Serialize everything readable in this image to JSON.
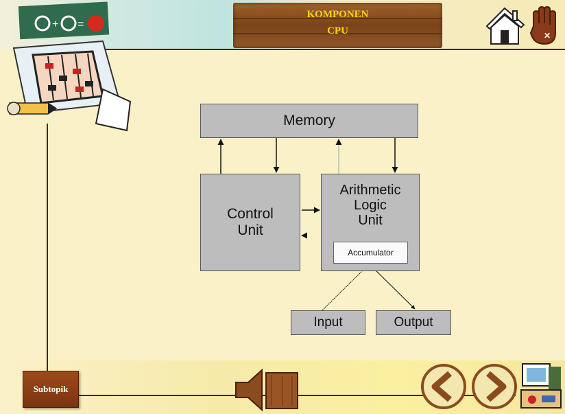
{
  "header": {
    "title_line1": "KOMPONEN",
    "title_line2": "CPU",
    "home_icon": "house-icon",
    "exit_icon": "hand-exit-icon"
  },
  "clipart": {
    "icons": [
      "abacus-icon",
      "pencil-icon",
      "apple-icon"
    ]
  },
  "diagram": {
    "memory": "Memory",
    "control_unit": "Control\nUnit",
    "alu": "Arithmetic\nLogic\nUnit",
    "accumulator": "Accumulator",
    "input": "Input",
    "output": "Output"
  },
  "footer": {
    "subtopik_label": "Subtopik",
    "sound_icon": "speaker-icon",
    "prev_icon": "chevron-left-icon",
    "next_icon": "chevron-right-icon",
    "corner_icon": "computer-desk-icon"
  },
  "colors": {
    "background": "#fbf1c8",
    "title_text": "#ffd21e",
    "box_fill": "#bdbdbd",
    "wood": "#8a4b1e"
  }
}
